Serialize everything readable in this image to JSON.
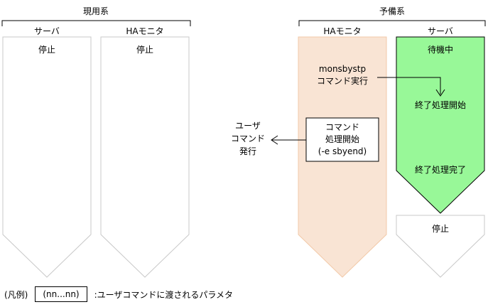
{
  "groups": {
    "active": "現用系",
    "standby": "予備系"
  },
  "columns": {
    "active_server": "サーバ",
    "active_monitor": "HAモニタ",
    "standby_monitor": "HAモニタ",
    "standby_server": "サーバ"
  },
  "states": {
    "active_server": "停止",
    "active_monitor": "停止",
    "standby_server_waiting": "待機中",
    "standby_server_end_start": "終了処理開始",
    "standby_server_end_done": "終了処理完了",
    "standby_server_stopped": "停止"
  },
  "messages": {
    "monitor_cmd_line1": "monsbystp",
    "monitor_cmd_line2": "コマンド実行",
    "box_line1": "コマンド",
    "box_line2": "処理開始",
    "box_line3": "(-e sbyend)",
    "user_line1": "ユーザ",
    "user_line2": "コマンド",
    "user_line3": "発行"
  },
  "legend": {
    "prefix": "(凡例)",
    "box": "(nn...nn)",
    "description": ":ユーザコマンドに渡されるパラメタ"
  },
  "colors": {
    "monitor_fill": "#f9e4d4",
    "monitor_stroke": "#f2c9a8",
    "server_fill": "#98f898",
    "server_stroke": "#000000",
    "outline": "#c8c8c8"
  }
}
